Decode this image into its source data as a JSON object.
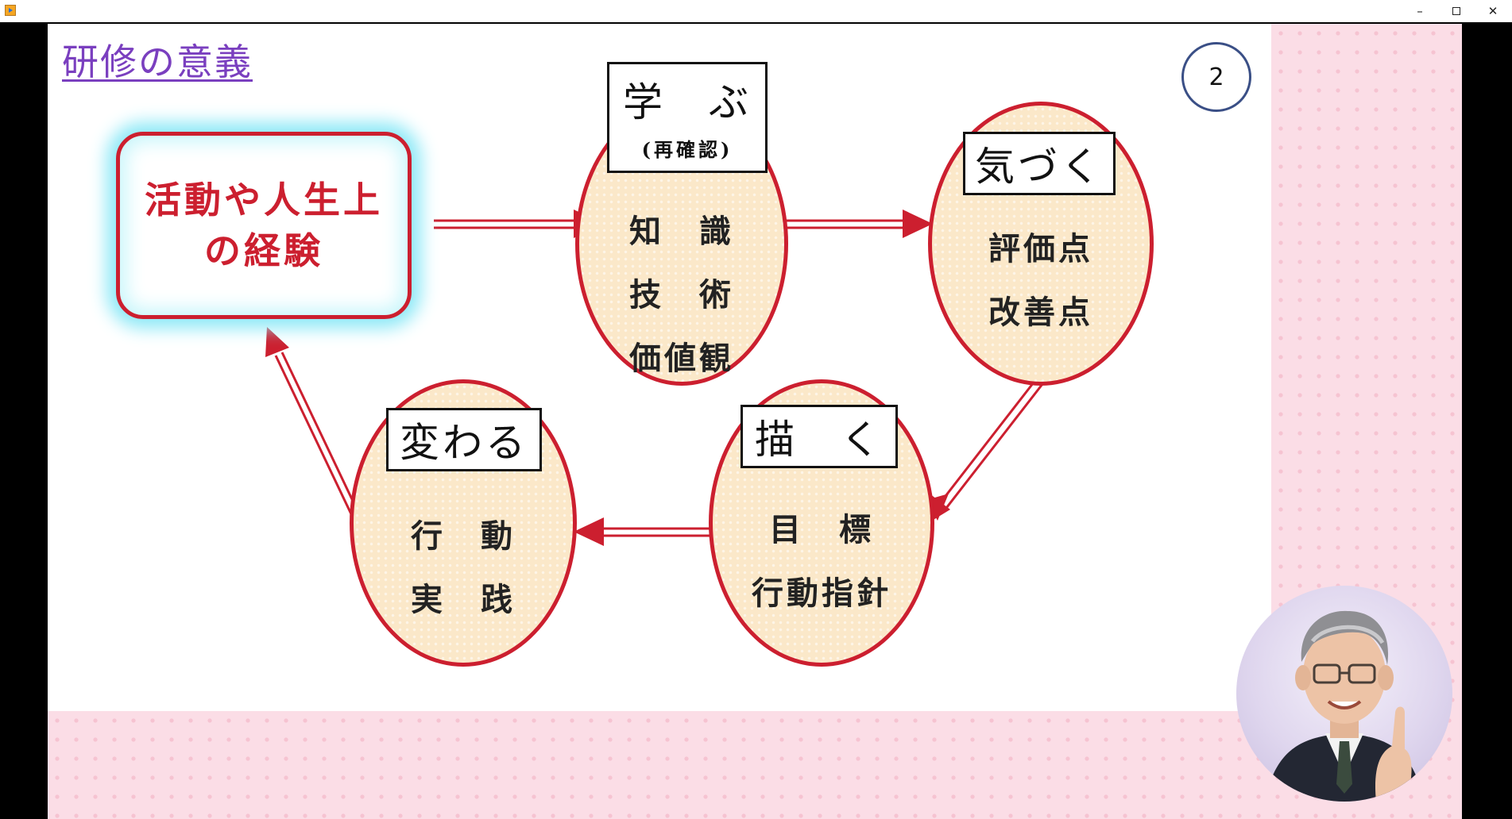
{
  "window": {
    "controls": {
      "minimize": "–",
      "maximize": "",
      "close": "✕"
    }
  },
  "slide": {
    "title": "研修の意義",
    "page_number": "2",
    "experience_box": {
      "line1": "活動や人生上",
      "line2": "の経験"
    },
    "ovals": [
      {
        "id": "manabu",
        "label": "学　ぶ",
        "sublabel": "(再確認)",
        "items": [
          "知　識",
          "技　術",
          "価値観"
        ]
      },
      {
        "id": "kizuku",
        "label": "気づく",
        "items": [
          "評価点",
          "改善点"
        ]
      },
      {
        "id": "egaku",
        "label": "描　く",
        "items": [
          "目　標",
          "行動指針"
        ]
      },
      {
        "id": "kawaru",
        "label": "変わる",
        "items": [
          "行　動",
          "実　践"
        ]
      }
    ]
  },
  "colors": {
    "accent_red": "#cc1f2f",
    "title_purple": "#7a3fbf",
    "glow_cyan": "#8ee9f7",
    "oval_fill": "#fbe8c9",
    "pink_pattern": "#fbdde6"
  },
  "icons": [
    "app-icon",
    "minimize-icon",
    "maximize-icon",
    "close-icon",
    "presenter-photo"
  ]
}
